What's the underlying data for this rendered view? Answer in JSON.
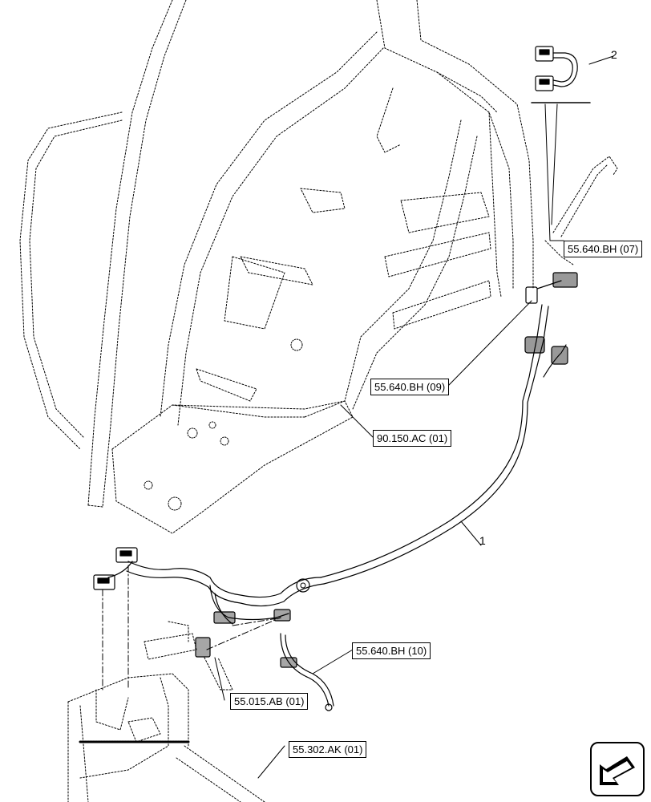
{
  "references": [
    {
      "id": "ref-55-640-bh-07",
      "label": "55.640.BH (07)"
    },
    {
      "id": "ref-55-640-bh-09",
      "label": "55.640.BH (09)"
    },
    {
      "id": "ref-90-150-ac-01",
      "label": "90.150.AC (01)"
    },
    {
      "id": "ref-55-640-bh-10",
      "label": "55.640.BH (10)"
    },
    {
      "id": "ref-55-015-ab-01",
      "label": "55.015.AB (01)"
    },
    {
      "id": "ref-55-302-ak-01",
      "label": "55.302.AK (01)"
    }
  ],
  "callouts": {
    "harness": "1",
    "jumper": "2"
  },
  "icons": {
    "nav": "next-page-arrow-icon"
  },
  "colors": {
    "line": "#000000",
    "background": "#ffffff"
  }
}
